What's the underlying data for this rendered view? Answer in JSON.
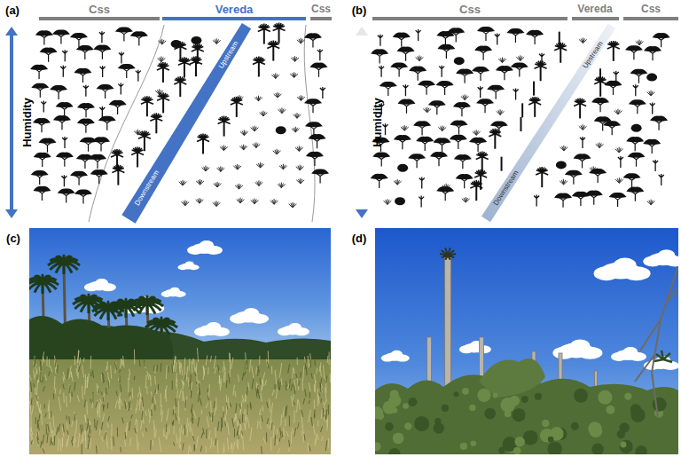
{
  "diagram": {
    "labels": [
      "(a)",
      "Css",
      "Vereda",
      "Css",
      "Humidity",
      "Upstream",
      "Downstream",
      "(b)",
      "Css",
      "Vereda",
      "Css",
      "Humidity",
      "Upstream",
      "Downstream",
      "(c)",
      "(d)"
    ]
  }
}
